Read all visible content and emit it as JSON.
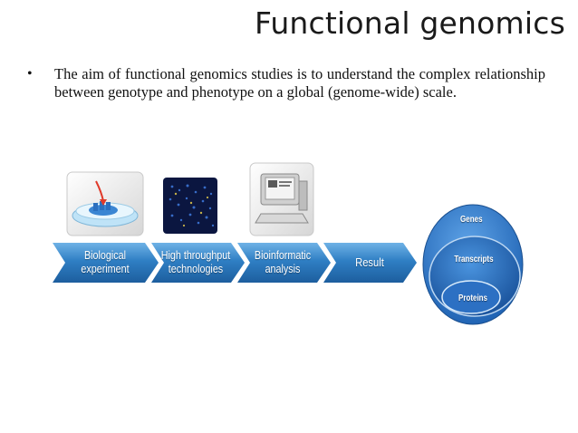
{
  "slide": {
    "title": "Functional genomics",
    "bullet_marker": "•",
    "bullet_text": "The aim of functional genomics studies is to understand the complex relationship between genotype and phenotype on a global (genome-wide) scale."
  },
  "pipeline": {
    "steps": [
      {
        "line1": "Biological",
        "line2": "experiment"
      },
      {
        "line1": "High throughput",
        "line2": "technologies"
      },
      {
        "line1": "Bioinformatic",
        "line2": "analysis"
      },
      {
        "line1": "Result",
        "line2": ""
      }
    ],
    "levels": [
      "Genes",
      "Transcripts",
      "Proteins"
    ]
  },
  "colors": {
    "arrow_blue": "#2f7fc4",
    "arrow_dark": "#1d5e9e",
    "ellipse_blue": "#2a74c7"
  }
}
